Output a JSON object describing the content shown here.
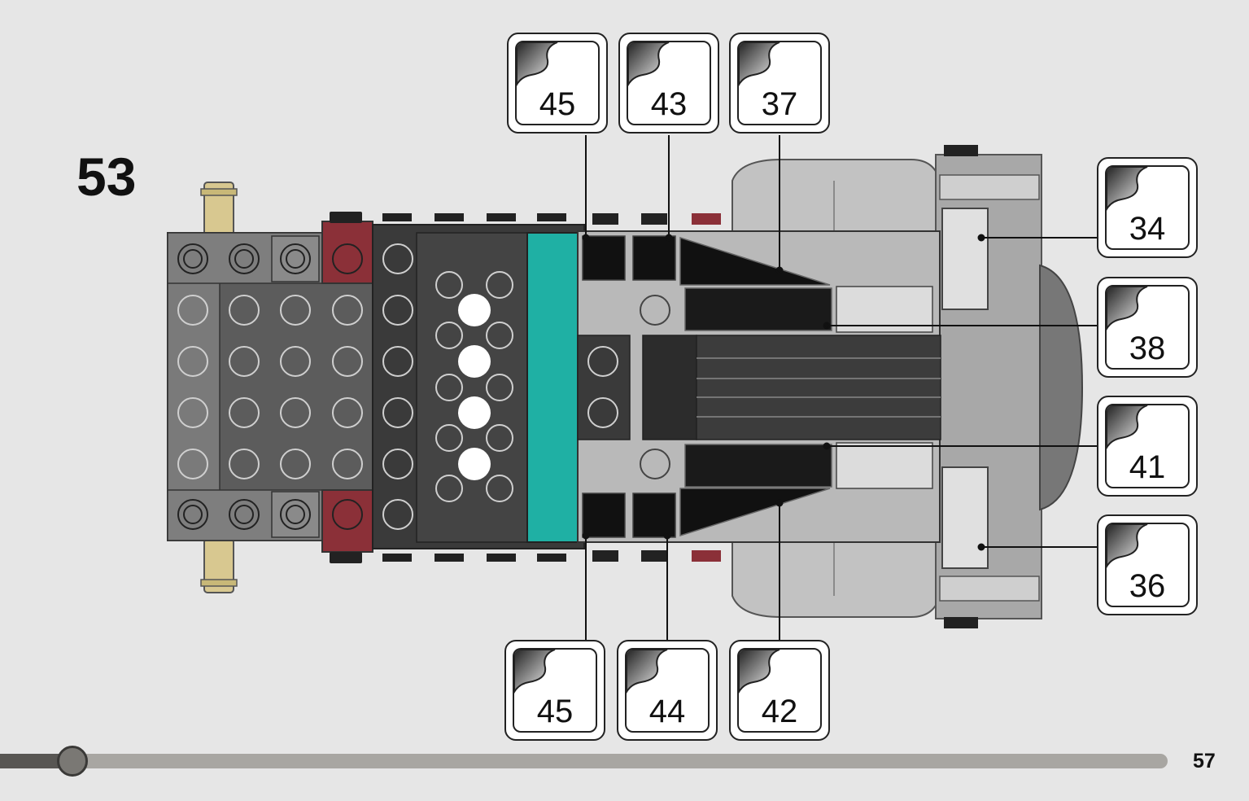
{
  "step": {
    "number": "53"
  },
  "page": {
    "number": "57"
  },
  "progress": {
    "fraction": 0.062
  },
  "stickers": {
    "top": [
      "45",
      "43",
      "37"
    ],
    "right": [
      "34",
      "38",
      "41",
      "36"
    ],
    "bottom": [
      "45",
      "44",
      "42"
    ]
  },
  "colors": {
    "background": "#e6e6e6",
    "dark_bluish_gray": "#5a5a5a",
    "black": "#333333",
    "dark_red": "#8b3038",
    "teal": "#1fb0a4",
    "light_bluish_gray": "#c4c4c4",
    "tan": "#d8c890"
  }
}
